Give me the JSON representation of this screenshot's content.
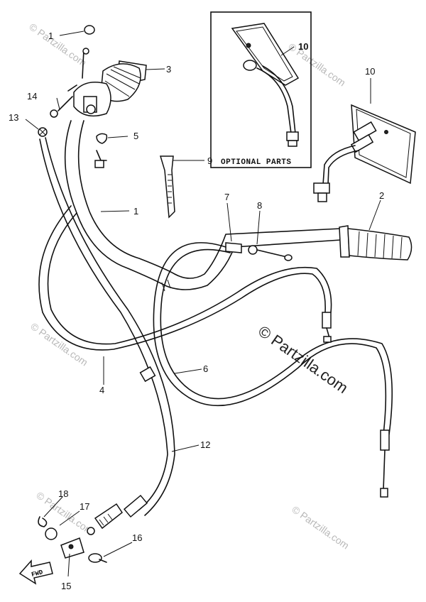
{
  "callouts": {
    "c1a": "1",
    "c1b": "1",
    "c2": "2",
    "c3": "3",
    "c4": "4",
    "c5": "5",
    "c6": "6",
    "c7": "7",
    "c8": "8",
    "c9": "9",
    "c10a": "10",
    "c10b": "10",
    "c12": "12",
    "c13": "13",
    "c14": "14",
    "c15": "15",
    "c16": "16",
    "c17": "17",
    "c18": "18"
  },
  "optional_parts_label": "OPTIONAL  PARTS",
  "fwd_label": "FWD",
  "watermarks": {
    "main": "© Partzilla.com",
    "faint": "© Partzilla.com"
  },
  "colors": {
    "ink": "#111111",
    "watermark": "#b9b9b9",
    "paper": "#ffffff"
  }
}
